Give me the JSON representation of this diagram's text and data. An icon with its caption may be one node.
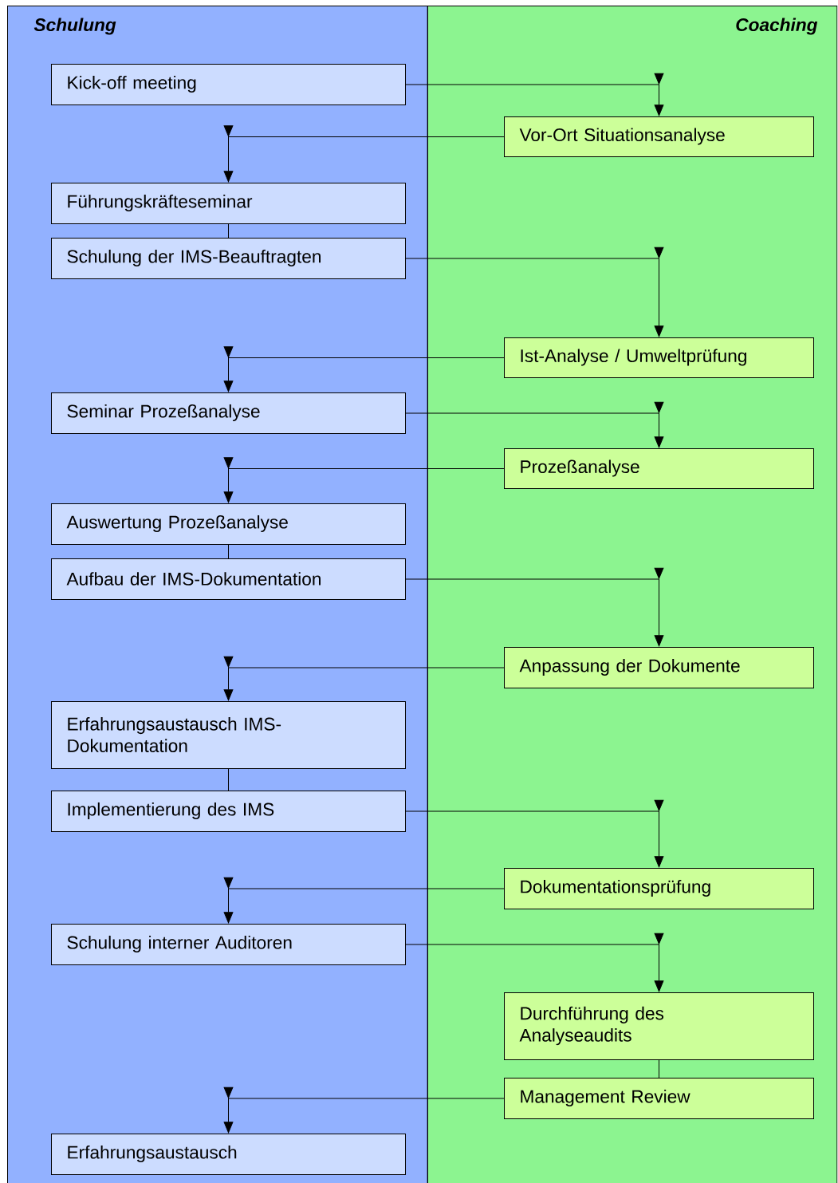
{
  "diagram": {
    "nodes": [
      {
        "text": [
          "Schulung"
        ]
      },
      {
        "text": [
          "Coaching"
        ]
      },
      {
        "text": [
          "Kick-off meeting"
        ],
        "in": 0
      },
      {
        "text": [
          "Vor-Ort Situationsanalyse"
        ],
        "in": 1
      },
      {
        "text": [
          "Führungskräfteseminar"
        ],
        "in": 0
      },
      {
        "text": [
          "Schulung der IMS-Beauftragten"
        ],
        "in": 0
      },
      {
        "text": [
          "Ist-Analyse / Umweltprüfung"
        ],
        "in": 1
      },
      {
        "text": [
          "Seminar Prozeßanalyse"
        ],
        "in": 0
      },
      {
        "text": [
          "Prozeßanalyse"
        ],
        "in": 1
      },
      {
        "text": [
          "Auswertung Prozeßanalyse"
        ],
        "in": 0
      },
      {
        "text": [
          "Aufbau der IMS-Dokumentation"
        ],
        "in": 0
      },
      {
        "text": [
          "Anpassung der Dokumente"
        ],
        "in": 1
      },
      {
        "text": [
          "Erfahrungsaustausch IMS-Dokumentation"
        ],
        "in": 0
      },
      {
        "text": [
          "Implementierung des IMS"
        ],
        "in": 0
      },
      {
        "text": [
          "Dokumentationsprüfung"
        ],
        "in": 1
      },
      {
        "text": [
          "Schulung interner Auditoren"
        ],
        "in": 0
      },
      {
        "text": [
          "Durchführung des Analyseaudits"
        ],
        "in": 1
      },
      {
        "text": [
          "Management Review"
        ],
        "in": 1
      },
      {
        "text": [
          "Erfahrungsaustausch"
        ],
        "in": 0
      }
    ],
    "edges": [
      {
        "from": 2,
        "to": 3,
        "arrow": "to"
      },
      {
        "from": 3,
        "to": 4,
        "arrow": "to"
      },
      {
        "from": 4,
        "to": 5,
        "arrow": "none"
      },
      {
        "from": 5,
        "to": 6,
        "arrow": "to"
      },
      {
        "from": 6,
        "to": 7,
        "arrow": "to"
      },
      {
        "from": 7,
        "to": 8,
        "arrow": "to"
      },
      {
        "from": 8,
        "to": 9,
        "arrow": "to"
      },
      {
        "from": 9,
        "to": 10,
        "arrow": "none"
      },
      {
        "from": 10,
        "to": 11,
        "arrow": "to"
      },
      {
        "from": 11,
        "to": 12,
        "arrow": "to"
      },
      {
        "from": 12,
        "to": 13,
        "arrow": "none"
      },
      {
        "from": 13,
        "to": 14,
        "arrow": "to"
      },
      {
        "from": 14,
        "to": 15,
        "arrow": "to"
      },
      {
        "from": 15,
        "to": 16,
        "arrow": "to"
      },
      {
        "from": 16,
        "to": 17,
        "arrow": "none"
      },
      {
        "from": 17,
        "to": 18,
        "arrow": "to"
      }
    ]
  }
}
